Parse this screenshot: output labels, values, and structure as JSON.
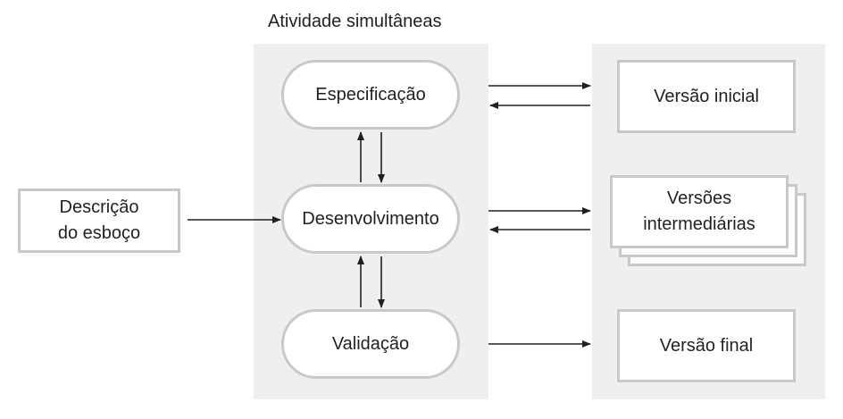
{
  "title": "Atividade simultâneas",
  "input": "Descrição\ndo esboço",
  "activities": {
    "specification": "Especificação",
    "development": "Desenvolvimento",
    "validation": "Validação"
  },
  "outputs": {
    "initial": "Versão inicial",
    "intermediate": "Versões\nintermediárias",
    "final": "Versão final"
  },
  "colors": {
    "panel": "#efefef",
    "border": "#c8c8c8",
    "text": "#231f20"
  }
}
